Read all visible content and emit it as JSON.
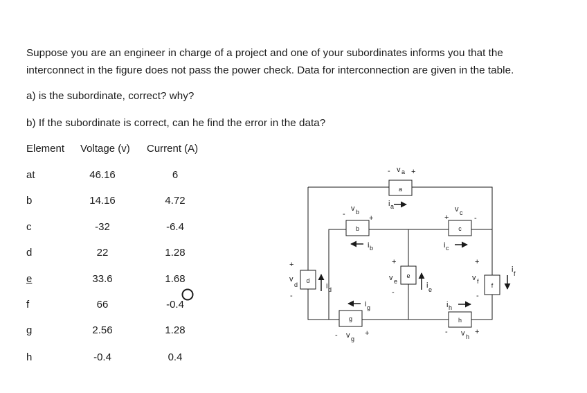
{
  "problem": {
    "line1": "Suppose you are an engineer in charge of a project and one of your subordinates informs you that the",
    "line2": "interconnect in the figure does not pass the power check. Data for interconnection are given in the table.",
    "question_a": "a) is the subordinate, correct? why?",
    "question_b": "b) If the subordinate is correct, can he find the error in the data?"
  },
  "table": {
    "headers": [
      "Element",
      "Voltage (v)",
      "Current (A)"
    ],
    "rows": [
      {
        "element": "at",
        "voltage": "46.16",
        "current": "6"
      },
      {
        "element": "b",
        "voltage": "14.16",
        "current": "4.72"
      },
      {
        "element": "c",
        "voltage": "-32",
        "current": "-6.4"
      },
      {
        "element": "d",
        "voltage": "22",
        "current": "1.28"
      },
      {
        "element": "e",
        "voltage": "33.6",
        "current": "1.68"
      },
      {
        "element": "f",
        "voltage": "66",
        "current": "-0.4"
      },
      {
        "element": "g",
        "voltage": "2.56",
        "current": "1.28"
      },
      {
        "element": "h",
        "voltage": "-0.4",
        "current": "0.4"
      }
    ]
  },
  "circuit": {
    "elements": {
      "a": "a",
      "b": "b",
      "c": "c",
      "d": "d",
      "e": "e",
      "f": "f",
      "g": "g",
      "h": "h"
    },
    "plus": "+",
    "minus": "-"
  }
}
